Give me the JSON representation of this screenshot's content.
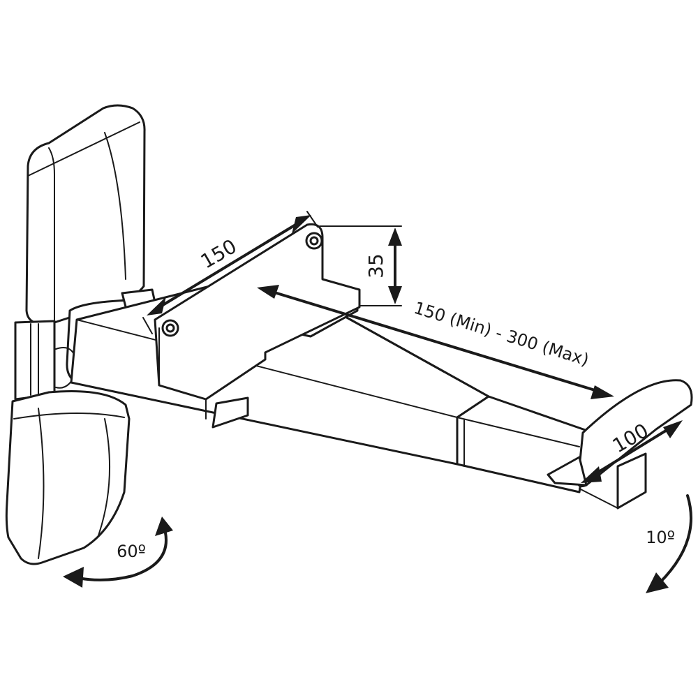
{
  "dimensions": {
    "arm_plate_length": "150",
    "arm_plate_height": "35",
    "extension_range": "150 (Min) - 300 (Max)",
    "tray_width": "100"
  },
  "rotations": {
    "swivel_angle": "60º",
    "tilt_angle": "10º"
  }
}
